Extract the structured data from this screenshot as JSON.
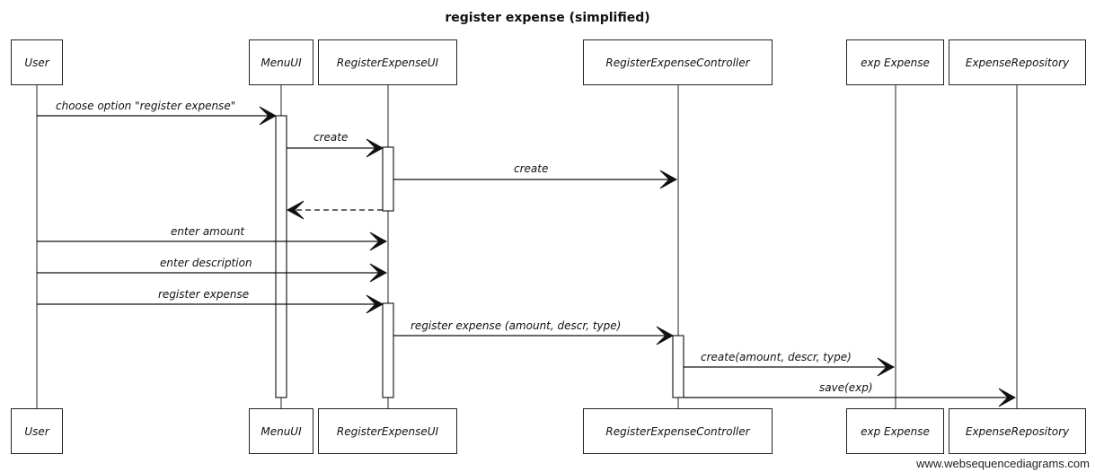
{
  "diagram": {
    "title": "register expense (simplified)",
    "participants": [
      {
        "id": "user",
        "label": "User"
      },
      {
        "id": "menuui",
        "label": "MenuUI"
      },
      {
        "id": "regui",
        "label": "RegisterExpenseUI"
      },
      {
        "id": "regctrl",
        "label": "RegisterExpenseController"
      },
      {
        "id": "exp",
        "label": "exp Expense"
      },
      {
        "id": "repo",
        "label": "ExpenseRepository"
      }
    ],
    "messages": [
      {
        "from": "user",
        "to": "menuui",
        "label": "choose option \"register expense\"",
        "style": "solid"
      },
      {
        "from": "menuui",
        "to": "regui",
        "label": "create",
        "style": "solid"
      },
      {
        "from": "regui",
        "to": "regctrl",
        "label": "create",
        "style": "solid"
      },
      {
        "from": "regui",
        "to": "menuui",
        "label": "",
        "style": "dashed"
      },
      {
        "from": "user",
        "to": "regui",
        "label": "enter amount",
        "style": "solid"
      },
      {
        "from": "user",
        "to": "regui",
        "label": "enter description",
        "style": "solid"
      },
      {
        "from": "user",
        "to": "regui",
        "label": "register expense",
        "style": "solid"
      },
      {
        "from": "regui",
        "to": "regctrl",
        "label": "register expense (amount, descr, type)",
        "style": "solid"
      },
      {
        "from": "regctrl",
        "to": "exp",
        "label": "create(amount, descr, type)",
        "style": "solid"
      },
      {
        "from": "regctrl",
        "to": "repo",
        "label": "save(exp)",
        "style": "solid"
      }
    ]
  },
  "footer": "www.websequencediagrams.com"
}
